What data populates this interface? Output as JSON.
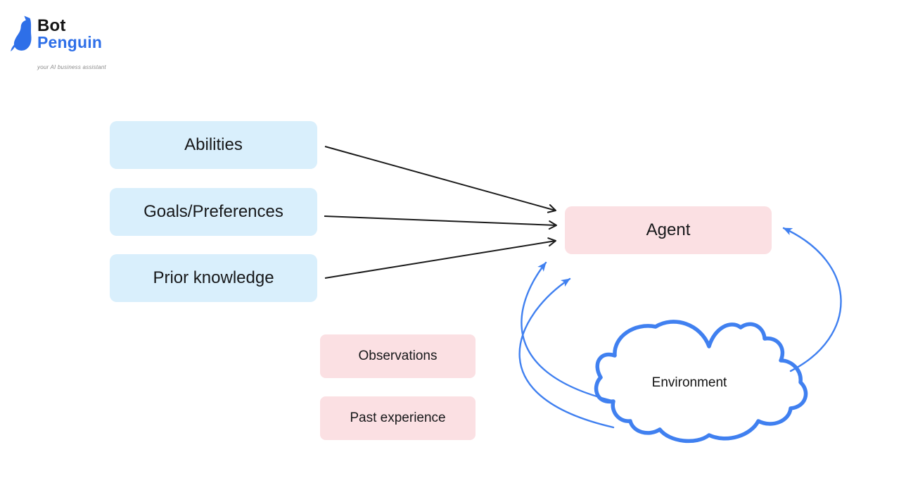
{
  "logo": {
    "brand_top": "Bot",
    "brand_bottom": "Penguin",
    "tagline": "your AI business assistant",
    "icon": "penguin-icon"
  },
  "colors": {
    "input_box_bg": "#d9effc",
    "agent_box_bg": "#fbe0e3",
    "memory_box_bg": "#fbe0e3",
    "diagram_blue": "#4080f0",
    "logo_blue": "#2e6fe8",
    "arrow_black": "#1a1a1a",
    "text_black": "#17181a",
    "tagline_gray": "#8a8a8a",
    "background": "#ffffff"
  },
  "diagram": {
    "input_boxes": [
      {
        "label": "Abilities"
      },
      {
        "label": "Goals/Preferences"
      },
      {
        "label": "Prior knowledge"
      }
    ],
    "agent_box": {
      "label": "Agent"
    },
    "memory_boxes": [
      {
        "label": "Observations"
      },
      {
        "label": "Past experience"
      }
    ],
    "environment_cloud": {
      "label": "Environment"
    },
    "connections": [
      {
        "from": "Abilities",
        "to": "Agent",
        "style": "straight",
        "color": "black"
      },
      {
        "from": "Goals/Preferences",
        "to": "Agent",
        "style": "straight",
        "color": "black"
      },
      {
        "from": "Prior knowledge",
        "to": "Agent",
        "style": "straight",
        "color": "black"
      },
      {
        "from": "Environment",
        "to": "Agent",
        "style": "curved-left-outer",
        "color": "blue"
      },
      {
        "from": "Environment",
        "to": "Agent",
        "style": "curved-left-inner",
        "color": "blue"
      },
      {
        "from": "Environment",
        "to": "Agent",
        "style": "curved-right",
        "color": "blue"
      }
    ]
  }
}
